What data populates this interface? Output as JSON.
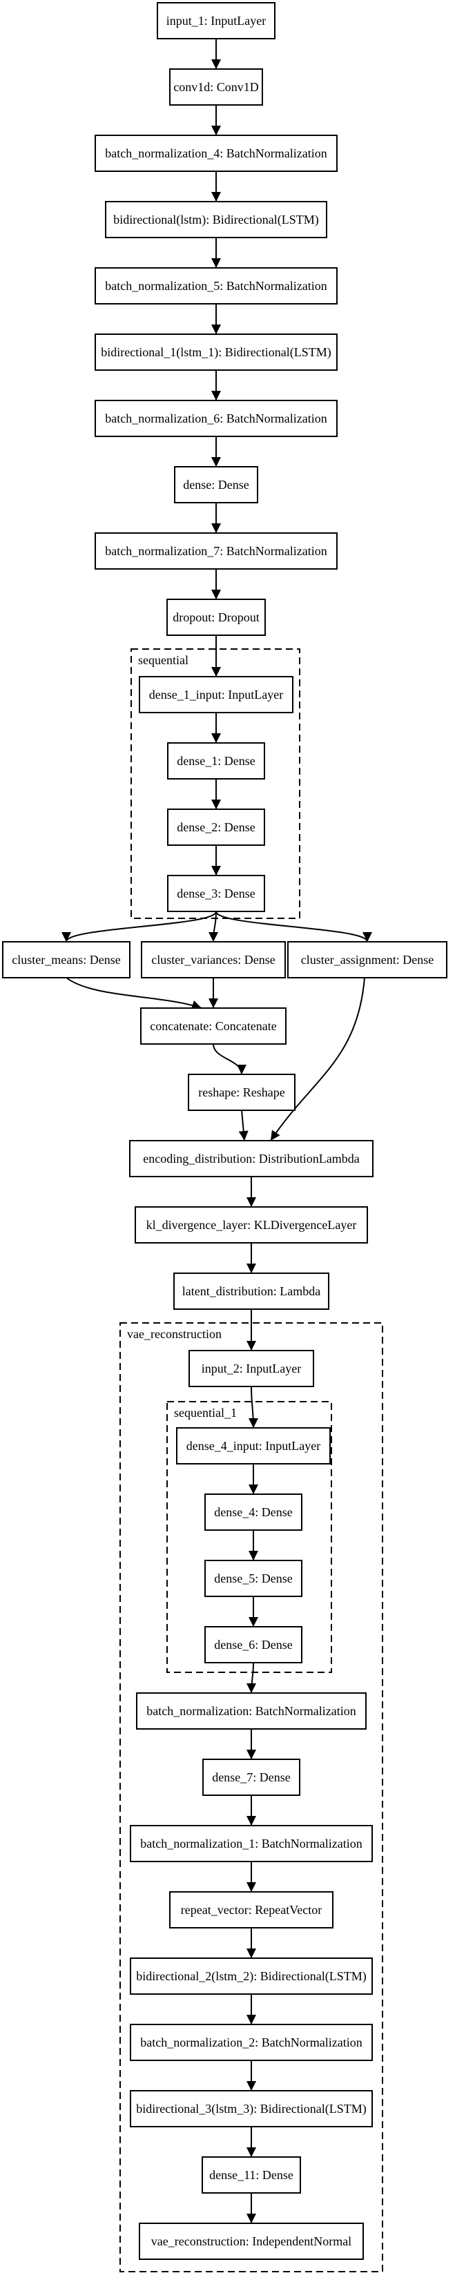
{
  "clusters": [
    {
      "id": "sequential",
      "label": "sequential"
    },
    {
      "id": "vae_reconstruction",
      "label": "vae_reconstruction"
    },
    {
      "id": "sequential_1",
      "label": "sequential_1"
    }
  ],
  "nodes": [
    {
      "id": "input_1",
      "label": "input_1: InputLayer"
    },
    {
      "id": "conv1d",
      "label": "conv1d: Conv1D"
    },
    {
      "id": "bn4",
      "label": "batch_normalization_4: BatchNormalization"
    },
    {
      "id": "bidir",
      "label": "bidirectional(lstm): Bidirectional(LSTM)"
    },
    {
      "id": "bn5",
      "label": "batch_normalization_5: BatchNormalization"
    },
    {
      "id": "bidir1",
      "label": "bidirectional_1(lstm_1): Bidirectional(LSTM)"
    },
    {
      "id": "bn6",
      "label": "batch_normalization_6: BatchNormalization"
    },
    {
      "id": "dense",
      "label": "dense: Dense"
    },
    {
      "id": "bn7",
      "label": "batch_normalization_7: BatchNormalization"
    },
    {
      "id": "dropout",
      "label": "dropout: Dropout"
    },
    {
      "id": "dense_1_input",
      "label": "dense_1_input: InputLayer"
    },
    {
      "id": "dense_1",
      "label": "dense_1: Dense"
    },
    {
      "id": "dense_2",
      "label": "dense_2: Dense"
    },
    {
      "id": "dense_3",
      "label": "dense_3: Dense"
    },
    {
      "id": "cluster_means",
      "label": "cluster_means: Dense"
    },
    {
      "id": "cluster_variances",
      "label": "cluster_variances: Dense"
    },
    {
      "id": "cluster_assignment",
      "label": "cluster_assignment: Dense"
    },
    {
      "id": "concatenate",
      "label": "concatenate: Concatenate"
    },
    {
      "id": "reshape",
      "label": "reshape: Reshape"
    },
    {
      "id": "encoding_distribution",
      "label": "encoding_distribution: DistributionLambda"
    },
    {
      "id": "kl_divergence_layer",
      "label": "kl_divergence_layer: KLDivergenceLayer"
    },
    {
      "id": "latent_distribution",
      "label": "latent_distribution: Lambda"
    },
    {
      "id": "input_2",
      "label": "input_2: InputLayer"
    },
    {
      "id": "dense_4_input",
      "label": "dense_4_input: InputLayer"
    },
    {
      "id": "dense_4",
      "label": "dense_4: Dense"
    },
    {
      "id": "dense_5",
      "label": "dense_5: Dense"
    },
    {
      "id": "dense_6",
      "label": "dense_6: Dense"
    },
    {
      "id": "bn",
      "label": "batch_normalization: BatchNormalization"
    },
    {
      "id": "dense_7",
      "label": "dense_7: Dense"
    },
    {
      "id": "bn1",
      "label": "batch_normalization_1: BatchNormalization"
    },
    {
      "id": "repeat_vector",
      "label": "repeat_vector: RepeatVector"
    },
    {
      "id": "bidir2",
      "label": "bidirectional_2(lstm_2): Bidirectional(LSTM)"
    },
    {
      "id": "bn2",
      "label": "batch_normalization_2: BatchNormalization"
    },
    {
      "id": "bidir3",
      "label": "bidirectional_3(lstm_3): Bidirectional(LSTM)"
    },
    {
      "id": "dense_11",
      "label": "dense_11: Dense"
    },
    {
      "id": "vae_reconstruction",
      "label": "vae_reconstruction: IndependentNormal"
    }
  ],
  "edges": [
    [
      "input_1",
      "conv1d"
    ],
    [
      "conv1d",
      "bn4"
    ],
    [
      "bn4",
      "bidir"
    ],
    [
      "bidir",
      "bn5"
    ],
    [
      "bn5",
      "bidir1"
    ],
    [
      "bidir1",
      "bn6"
    ],
    [
      "bn6",
      "dense"
    ],
    [
      "dense",
      "bn7"
    ],
    [
      "bn7",
      "dropout"
    ],
    [
      "dropout",
      "dense_1_input"
    ],
    [
      "dense_1_input",
      "dense_1"
    ],
    [
      "dense_1",
      "dense_2"
    ],
    [
      "dense_2",
      "dense_3"
    ],
    [
      "dense_3",
      "cluster_means"
    ],
    [
      "dense_3",
      "cluster_variances"
    ],
    [
      "dense_3",
      "cluster_assignment"
    ],
    [
      "cluster_means",
      "concatenate"
    ],
    [
      "cluster_variances",
      "concatenate"
    ],
    [
      "concatenate",
      "reshape"
    ],
    [
      "reshape",
      "encoding_distribution"
    ],
    [
      "cluster_assignment",
      "encoding_distribution"
    ],
    [
      "encoding_distribution",
      "kl_divergence_layer"
    ],
    [
      "kl_divergence_layer",
      "latent_distribution"
    ],
    [
      "latent_distribution",
      "input_2"
    ],
    [
      "input_2",
      "dense_4_input"
    ],
    [
      "dense_4_input",
      "dense_4"
    ],
    [
      "dense_4",
      "dense_5"
    ],
    [
      "dense_5",
      "dense_6"
    ],
    [
      "dense_6",
      "bn"
    ],
    [
      "bn",
      "dense_7"
    ],
    [
      "dense_7",
      "bn1"
    ],
    [
      "bn1",
      "repeat_vector"
    ],
    [
      "repeat_vector",
      "bidir2"
    ],
    [
      "bidir2",
      "bn2"
    ],
    [
      "bn2",
      "bidir3"
    ],
    [
      "bidir3",
      "dense_11"
    ],
    [
      "dense_11",
      "vae_reconstruction"
    ]
  ]
}
